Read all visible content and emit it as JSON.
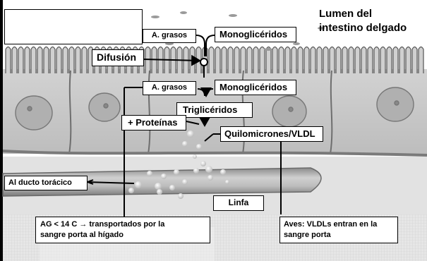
{
  "labels": {
    "lumen_line1": "Lumen del",
    "lumen_line2": "intestino delgado",
    "ag_grasos_top": "A. grasos",
    "monogliceridos_top": "Monoglicéridos",
    "difusion": "Difusión",
    "ag_grasos_mid": "A. grasos",
    "monogliceridos_mid": "Monoglicéridos",
    "trigliceridos": "Triglicéridos",
    "proteinas": "+ Proteínas",
    "quilomicrones": "Quilomicrones/VLDL",
    "ducto": "Al ducto torácico",
    "linfa": "Linfa",
    "ag14_line1": "AG < 14 C →  transportados por la",
    "ag14_line2": "sangre porta al hígado",
    "aves_line1": "Aves: VLDLs entran en la",
    "aves_line2": "sangre porta"
  },
  "colors": {
    "lumen": "#ffffff",
    "cells": "#c8c8c8",
    "membrane": "#8c8c8c",
    "lymph_vessel": "#b4b4b4",
    "blood_band": "#d8d8d8",
    "droplet": "#f2f2f2"
  }
}
